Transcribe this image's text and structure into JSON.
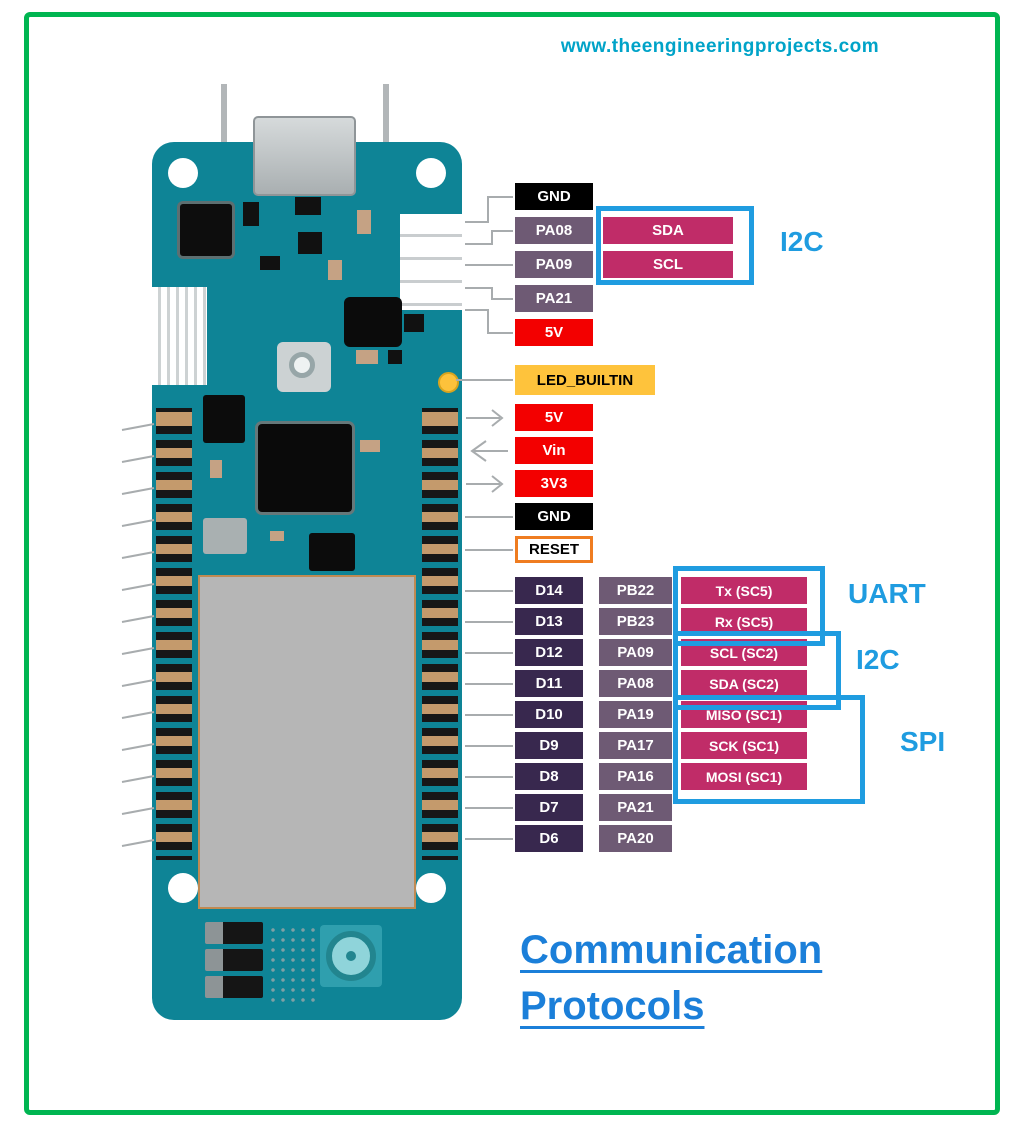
{
  "site": {
    "url": "www.theengineeringprojects.com"
  },
  "upper_pins": {
    "items": [
      "GND",
      "PA08",
      "PA09",
      "PA21",
      "5V"
    ]
  },
  "i2c_top": {
    "pins": [
      "SDA",
      "SCL"
    ],
    "label": "I2C"
  },
  "led": {
    "label": "LED_BUILTIN"
  },
  "power_pins": {
    "items": [
      "5V",
      "Vin",
      "3V3",
      "GND",
      "RESET"
    ]
  },
  "pin_table": {
    "rows": [
      {
        "d": "D14",
        "port": "PB22",
        "func": "Tx (SC5)"
      },
      {
        "d": "D13",
        "port": "PB23",
        "func": "Rx (SC5)"
      },
      {
        "d": "D12",
        "port": "PA09",
        "func": "SCL (SC2)"
      },
      {
        "d": "D11",
        "port": "PA08",
        "func": "SDA (SC2)"
      },
      {
        "d": "D10",
        "port": "PA19",
        "func": "MISO (SC1)"
      },
      {
        "d": "D9",
        "port": "PA17",
        "func": "SCK (SC1)"
      },
      {
        "d": "D8",
        "port": "PA16",
        "func": "MOSI (SC1)"
      },
      {
        "d": "D7",
        "port": "PA21",
        "func": ""
      },
      {
        "d": "D6",
        "port": "PA20",
        "func": ""
      }
    ]
  },
  "protocols": {
    "uart": "UART",
    "i2c": "I2C",
    "spi": "SPI"
  },
  "title": {
    "line1": "Communication",
    "line2": "Protocols"
  },
  "colors": {
    "frame_green": "#00b551",
    "board_teal": "#0e8496",
    "label_magenta": "#c02c68",
    "label_red": "#f30000",
    "label_mauve": "#6e5a74",
    "label_dark_purple": "#38284e",
    "highlight_blue": "#1f9ce0",
    "led_yellow": "#fec33c",
    "title_blue": "#1b7fd9",
    "url_teal": "#00a3c8"
  }
}
